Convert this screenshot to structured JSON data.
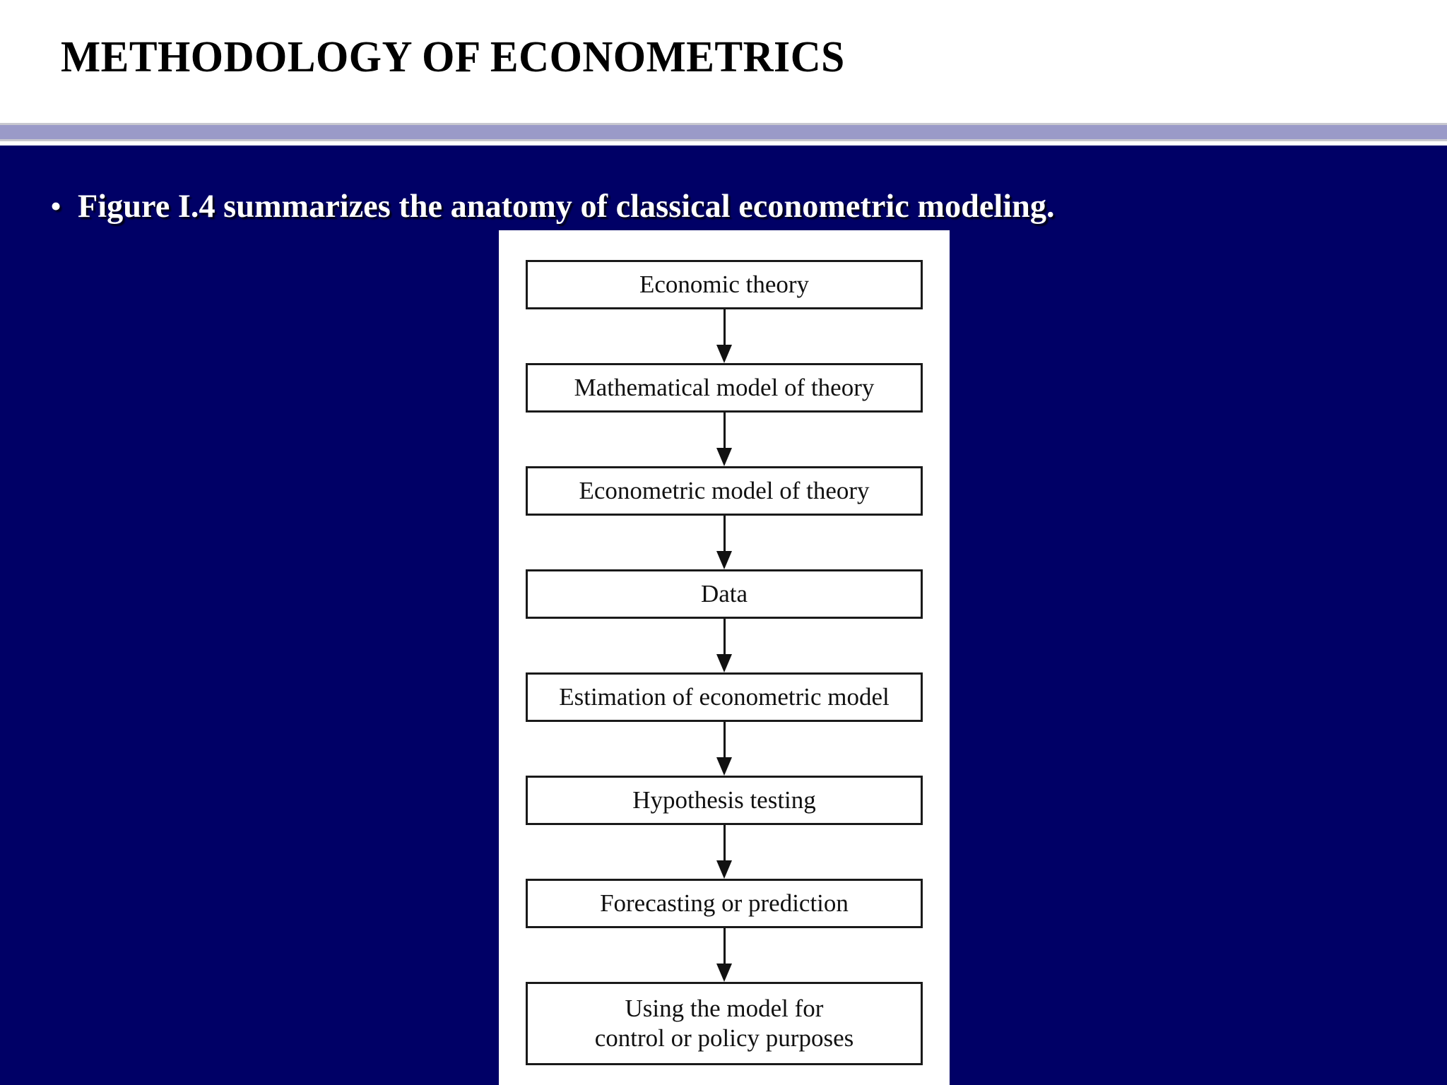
{
  "slide": {
    "title": "METHODOLOGY OF ECONOMETRICS",
    "background_color": "#000066",
    "title_background_color": "#ffffff",
    "divider_color": "#9a9ac8",
    "text_color": "#ffffff"
  },
  "content": {
    "bullet_marker": "•",
    "bullet_text": "Figure I.4 summarizes the anatomy of classical econometric modeling."
  },
  "figure": {
    "panel_background": "#ffffff",
    "box_border_color": "#1a1a1a",
    "box_text_color": "#111111",
    "nodes": [
      {
        "label": "Economic theory",
        "lines": 1
      },
      {
        "label": "Mathematical model of theory",
        "lines": 1
      },
      {
        "label": "Econometric model of theory",
        "lines": 1
      },
      {
        "label": "Data",
        "lines": 1
      },
      {
        "label": "Estimation of econometric model",
        "lines": 1
      },
      {
        "label": "Hypothesis testing",
        "lines": 1
      },
      {
        "label": "Forecasting or prediction",
        "lines": 1
      },
      {
        "label": "Using the model for\ncontrol or policy purposes",
        "lines": 2
      }
    ]
  }
}
